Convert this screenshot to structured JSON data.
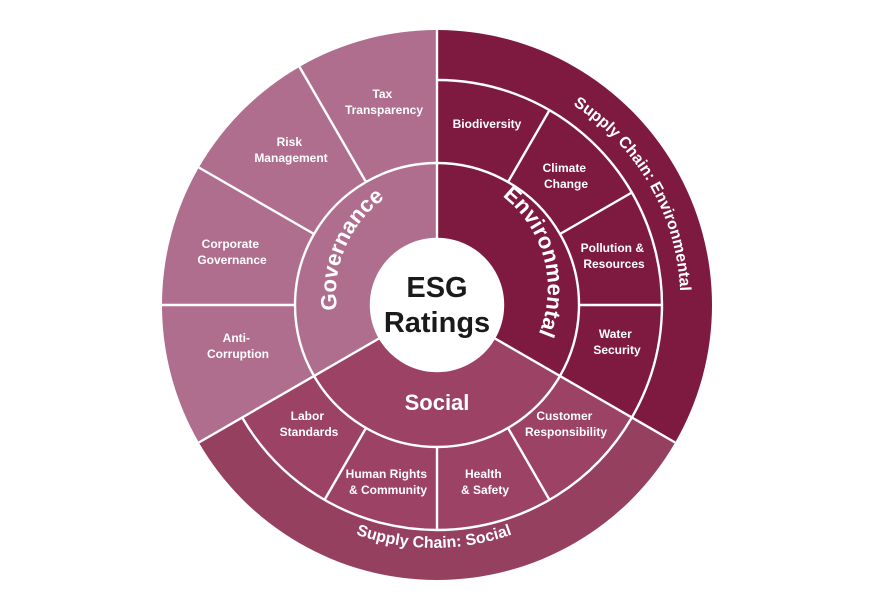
{
  "center": {
    "line1": "ESG",
    "line2": "Ratings"
  },
  "pillars": {
    "environmental": "Environmental",
    "social": "Social",
    "governance": "Governance"
  },
  "supply_chain": {
    "environmental": "Supply Chain: Environmental",
    "social": "Supply Chain: Social"
  },
  "topics": {
    "environmental": [
      {
        "line1": "Biodiversity",
        "line2": ""
      },
      {
        "line1": "Climate",
        "line2": "Change"
      },
      {
        "line1": "Pollution &",
        "line2": "Resources"
      },
      {
        "line1": "Water",
        "line2": "Security"
      }
    ],
    "social": [
      {
        "line1": "Customer",
        "line2": "Responsibility"
      },
      {
        "line1": "Health",
        "line2": "& Safety"
      },
      {
        "line1": "Human Rights",
        "line2": "& Community"
      },
      {
        "line1": "Labor",
        "line2": "Standards"
      }
    ],
    "governance": [
      {
        "line1": "Anti-",
        "line2": "Corruption"
      },
      {
        "line1": "Corporate",
        "line2": "Governance"
      },
      {
        "line1": "Risk",
        "line2": "Management"
      },
      {
        "line1": "Tax",
        "line2": "Transparency"
      }
    ]
  },
  "colors": {
    "environmental": "#7e1a3f",
    "social": "#9b4265",
    "governance": "#b06e8e",
    "supply_chain_environmental": "#7e1a3f",
    "supply_chain_social": "#96405f",
    "center": "#ffffff",
    "divider": "#ffffff"
  }
}
